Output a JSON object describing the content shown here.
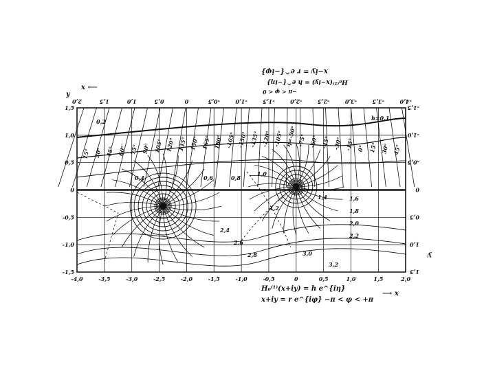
{
  "figure": {
    "x_ticks": [
      "-4,0",
      "-3,5",
      "-3,0",
      "-2,5",
      "-2,0",
      "-1,5",
      "-1,0",
      "-0,5",
      "0",
      "0,5",
      "1,0",
      "1,5",
      "2,0"
    ],
    "y_ticks": [
      "1,5",
      "1,0",
      "0,5",
      "0",
      "-0,5",
      "-1,0",
      "-1,5"
    ],
    "x_axis_label": "x",
    "y_axis_label": "y",
    "formula_bottom_1": "H₀⁽¹⁾(x+iy) = h e^{iη}",
    "formula_bottom_2": "x+iy = r e^{iφ}   −π < φ < +π",
    "formula_top_1": "x−iy = r e^{−iφ}",
    "formula_top_2": "H₀⁽²⁾(x−iy) = h e^{−iη}",
    "formula_top_3": "−π < φ < 0",
    "phase_labels": [
      "15°",
      "30°",
      "45°",
      "60°",
      "75°",
      "90°",
      "105°",
      "120°",
      "135°",
      "150°",
      "165°",
      "180°",
      "-165°",
      "-150°",
      "-135°",
      "-120°",
      "-105°",
      "η=-90°",
      "-75°",
      "-60°",
      "-45°",
      "-30°",
      "-15°",
      "0°",
      "15°",
      "30°",
      "45°"
    ],
    "modulus_labels": [
      "0,2",
      "0,4",
      "0,6",
      "0,8",
      "1,0",
      "1,2",
      "1,4",
      "1,6",
      "1,8",
      "2,0",
      "2,2",
      "2,4",
      "2,6",
      "2,8",
      "3,0",
      "3,2",
      "h=0,1"
    ]
  }
}
